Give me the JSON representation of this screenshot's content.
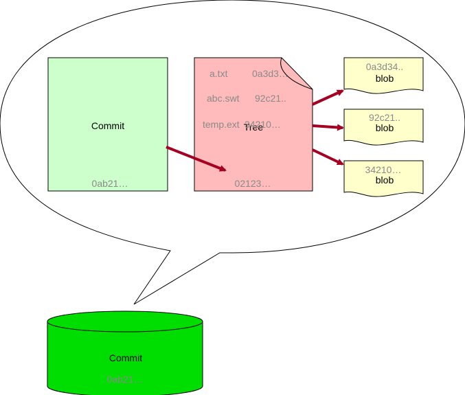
{
  "commit_card": {
    "title": "Commit",
    "hash": "0ab21…"
  },
  "tree_card": {
    "title": "Tree",
    "hash": "02123…",
    "entries": [
      {
        "name": "a.txt",
        "hash": "0a3d3…"
      },
      {
        "name": "abc.swt",
        "hash": "92c21.."
      },
      {
        "name": "temp.ext",
        "hash": "34210…"
      }
    ]
  },
  "blobs": [
    {
      "label": "blob",
      "hash": "0a3d34.."
    },
    {
      "label": "blob",
      "hash": "92c21.."
    },
    {
      "label": "blob",
      "hash": "34210…"
    }
  ],
  "database": {
    "title": "Commit",
    "hash": "0ab21…"
  },
  "colors": {
    "commit_fill": "#ccffcc",
    "tree_fill": "#ffbbbb",
    "blob_fill": "#ffffcc",
    "db_fill": "#00dd00",
    "arrow": "#a50021"
  }
}
